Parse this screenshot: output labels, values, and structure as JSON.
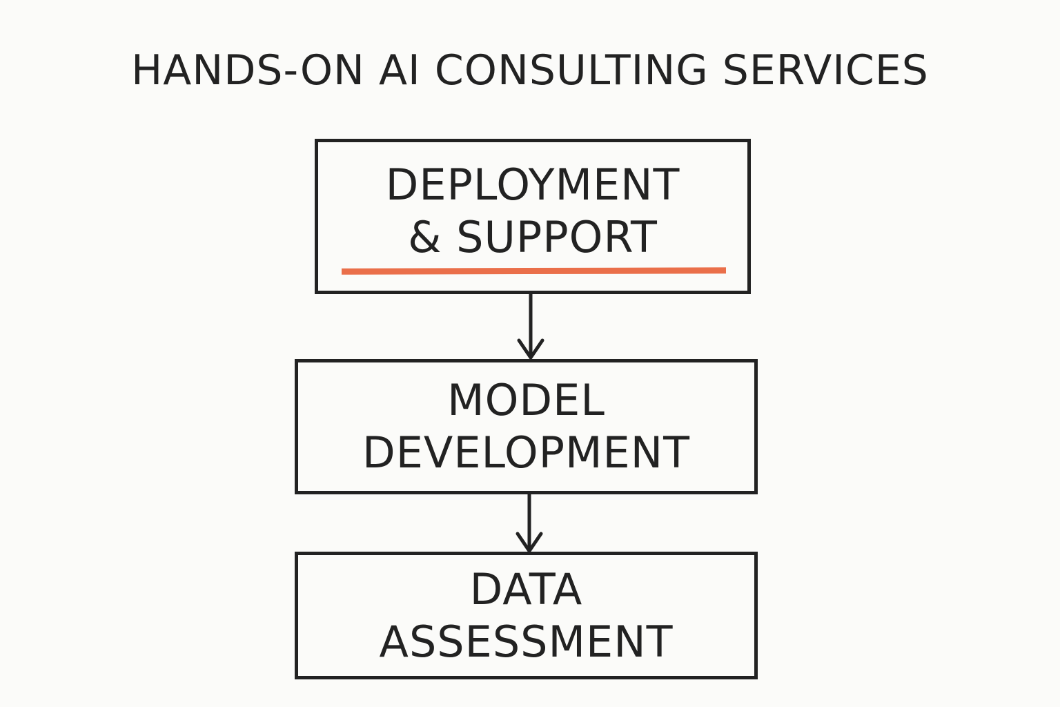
{
  "diagram": {
    "title": "HANDS-ON AI CONSULTING SERVICES",
    "nodes": [
      {
        "id": "deployment",
        "lines": [
          "DEPLOYMENT",
          "& SUPPORT"
        ]
      },
      {
        "id": "model",
        "lines": [
          "MODEL",
          "DEVELOPMENT"
        ]
      },
      {
        "id": "data",
        "lines": [
          "DATA",
          "ASSESSMENT"
        ]
      }
    ],
    "edges": [
      {
        "from": "deployment",
        "to": "model"
      },
      {
        "from": "model",
        "to": "data"
      }
    ],
    "colors": {
      "stroke": "#222222",
      "accent": "#ea6f4a",
      "background": "#fbfbf9"
    }
  }
}
